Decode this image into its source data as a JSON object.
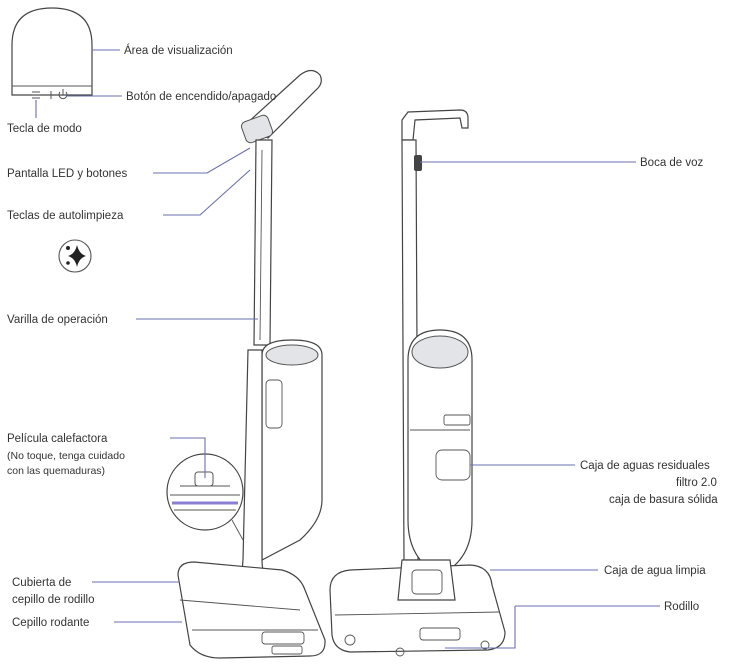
{
  "labels": {
    "display_area": "Área de visualización",
    "power_button": "Botón de encendido/apagado",
    "mode_key": "Tecla de modo",
    "led_screen": "Pantalla LED y botones",
    "self_clean_keys": "Teclas de autolimpieza",
    "operation_rod": "Varilla de operación",
    "heating_film_1": "Película calefactora",
    "heating_film_2": "(No toque, tenga cuidado",
    "heating_film_3": "con las quemaduras)",
    "brush_cover_1": "Cubierta de",
    "brush_cover_2": "cepillo de rodillo",
    "rolling_brush": "Cepillo rodante",
    "voice_port": "Boca de voz",
    "waste_box_1": "Caja de aguas residuales",
    "waste_box_2": "filtro 2.0",
    "waste_box_3": "caja de basura sólida",
    "clean_water_box": "Caja de agua limpia",
    "roller": "Rodillo"
  },
  "icons": {
    "power": "power-icon",
    "mode": "mode-icon",
    "self_clean": "sparkle-icon"
  },
  "colors": {
    "leader_line": "#6a6fb0",
    "outline": "#444444",
    "panel_fill": "#e3e4e7"
  }
}
